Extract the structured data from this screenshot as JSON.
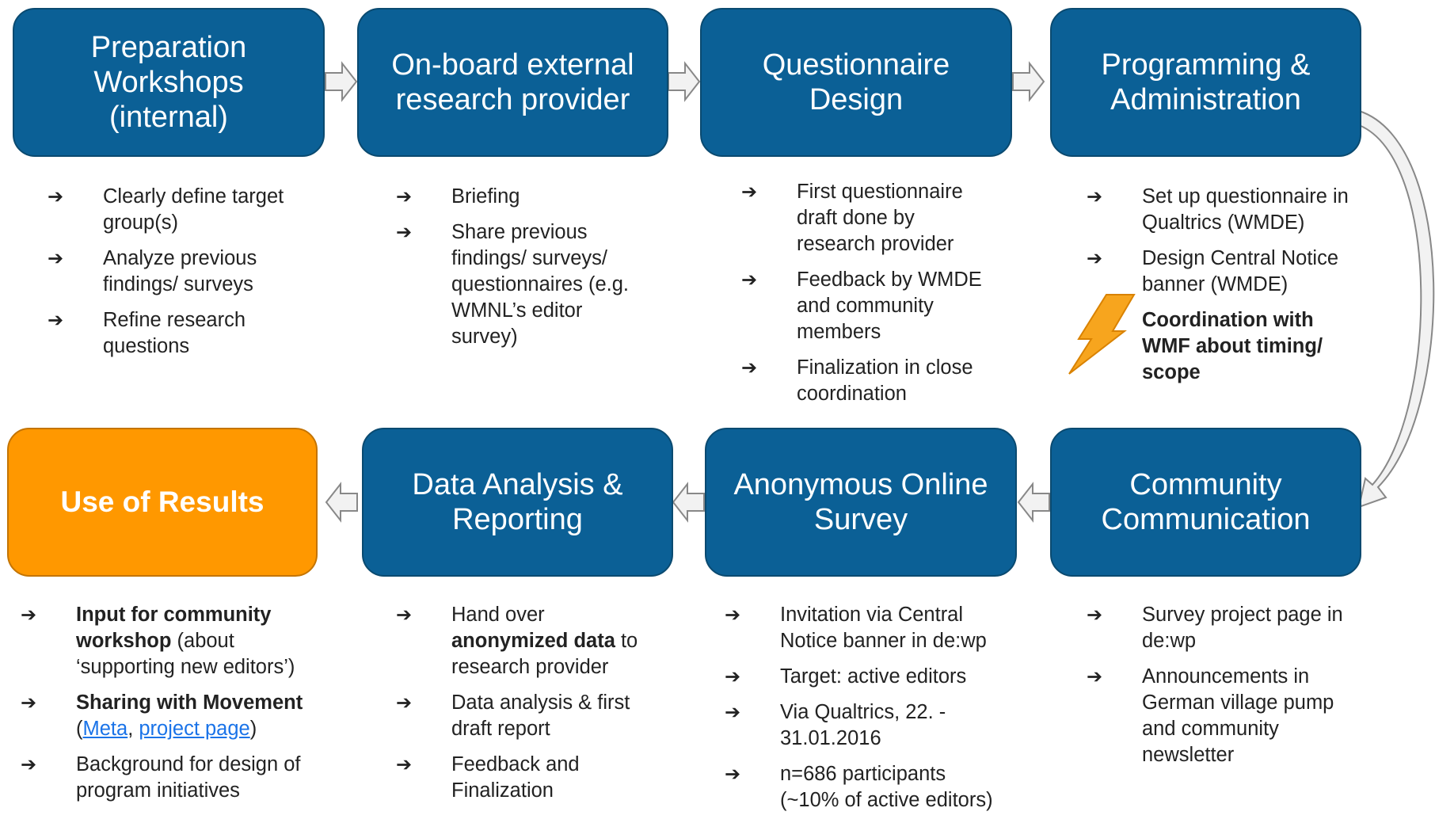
{
  "steps": [
    {
      "label": "Preparation Workshops (internal)"
    },
    {
      "label": "On-board external research provider"
    },
    {
      "label": "Questionnaire Design"
    },
    {
      "label": "Programming & Administration"
    },
    {
      "label": "Community Communication"
    },
    {
      "label": "Anonymous Online Survey"
    },
    {
      "label": "Data Analysis & Reporting"
    },
    {
      "label": "Use of Results"
    }
  ],
  "bullet_glyph": "➔",
  "lists": {
    "preparation": [
      "Clearly define target group(s)",
      "Analyze previous findings/ surveys",
      "Refine research questions"
    ],
    "onboard": [
      "Briefing",
      "Share previous findings/ surveys/ questionnaires (e.g. WMNL’s editor survey)"
    ],
    "questionnaire": [
      "First questionnaire draft done by research provider",
      "Feedback by WMDE and community members",
      "Finalization in close coordination"
    ],
    "programming": [
      "Set up questionnaire in Qualtrics (WMDE)",
      "Design Central Notice banner (WMDE)"
    ],
    "programming_bold": "Coordination with WMF about timing/ scope",
    "community": [
      "Survey project page in de:wp",
      "Announcements in German village pump and community newsletter"
    ],
    "survey": [
      "Invitation via Central Notice banner in de:wp",
      "Target: active editors",
      "Via Qualtrics, 22. - 31.01.2016",
      "n=686 participants (~10% of active editors)"
    ],
    "analysis": {
      "item1_pre": "Hand over ",
      "item1_bold": "anonymized data",
      "item1_post": " to research provider",
      "item2": "Data analysis & first draft report",
      "item3": "Feedback  and Finalization"
    },
    "results": {
      "item1_bold": "Input for community workshop",
      "item1_post": " (about ‘supporting new editors’)",
      "item2_bold": "Sharing with Movement",
      "item2_open": "(",
      "item2_link1": "Meta",
      "item2_sep": ", ",
      "item2_link2": "project page",
      "item2_close": ")",
      "item3": "Background for design of program initiatives"
    }
  },
  "colors": {
    "box_blue": "#0b6096",
    "box_orange": "#ff9800",
    "lightning": "#f7a51e",
    "arrow_fill": "#f2f2f2",
    "arrow_stroke": "#888888"
  },
  "icons": [
    "lightning-icon",
    "right-arrow-icon",
    "left-arrow-icon",
    "curved-arrow-icon"
  ]
}
